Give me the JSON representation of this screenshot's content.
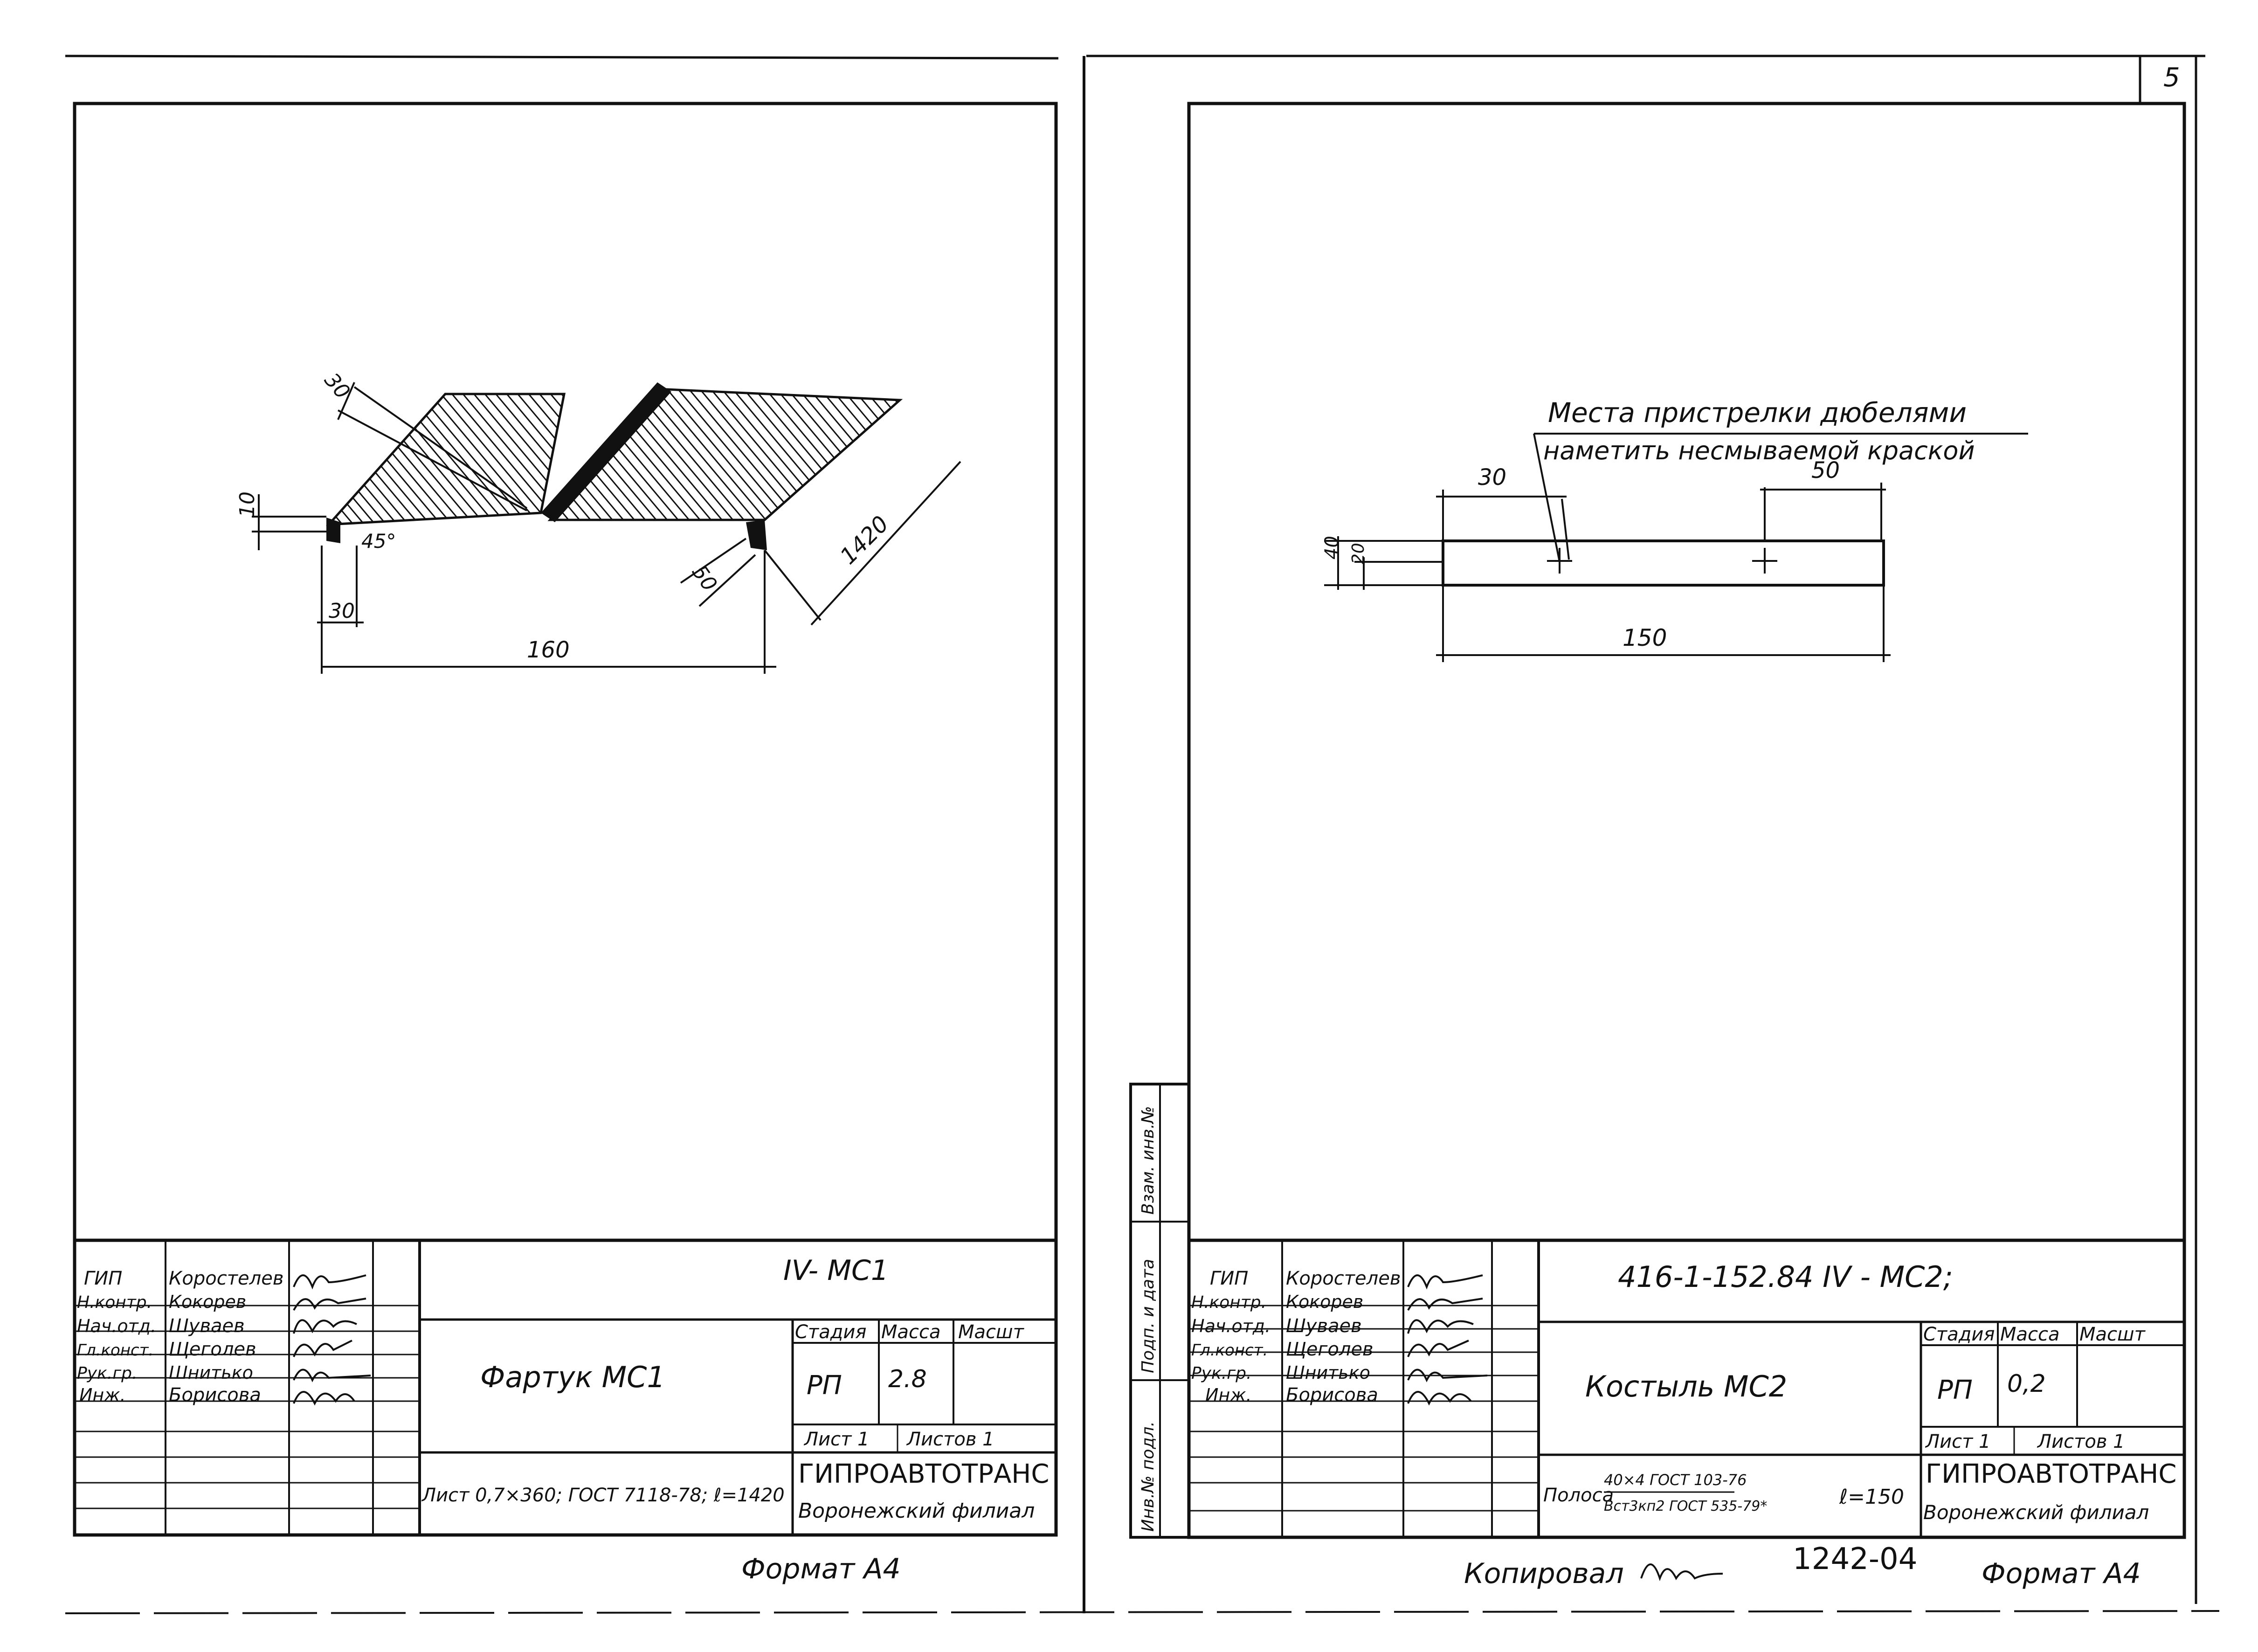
{
  "page_number": "5",
  "left_sheet": {
    "dims": {
      "d10": "10",
      "d30_top": "30",
      "d45": "45°",
      "d30_bottom": "30",
      "d160": "160",
      "d1420": "1420",
      "d50": "50"
    },
    "title_block": {
      "roles": [
        "ГИП",
        "Н.контр.",
        "Нач.отд.",
        "Гл.конст.",
        "Рук.гр.",
        "Инж."
      ],
      "names": [
        "Коростелев",
        "Кокорев",
        "Шуваев",
        "Щеголев",
        "Шнитько",
        "Борисова"
      ],
      "code": "IV- MC1",
      "name": "Фартук МС1",
      "col_stage": "Стадия",
      "col_mass": "Масса",
      "col_scale": "Масшт",
      "stage": "РП",
      "mass": "2.8",
      "sheet": "Лист 1",
      "sheets": "Листов 1",
      "material": "Лист 0,7×360; ГОСТ 7118-78; ℓ=1420",
      "org": "ГИПРОАВТОТРАНС",
      "branch": "Воронежский филиал"
    },
    "format": "Формат А4"
  },
  "right_sheet": {
    "note_line1": "Места пристрелки дюбелями",
    "note_line2": "наметить несмываемой краской",
    "dims": {
      "d30": "30",
      "d50": "50",
      "d40": "40",
      "d20": "20",
      "d150": "150"
    },
    "side_labels": [
      "Взам. инв.№",
      "Подп. и дата",
      "Инв.№ подл."
    ],
    "title_block": {
      "roles": [
        "ГИП",
        "Н.контр.",
        "Нач.отд.",
        "Гл.конст.",
        "Рук.гр.",
        "Инж."
      ],
      "names": [
        "Коростелев",
        "Кокорев",
        "Шуваев",
        "Щеголев",
        "Шнитько",
        "Борисова"
      ],
      "code": "416-1-152.84 IV - MC2;",
      "name": "Костыль МС2",
      "col_stage": "Стадия",
      "col_mass": "Масса",
      "col_scale": "Масшт",
      "stage": "РП",
      "mass": "0,2",
      "sheet": "Лист 1",
      "sheets": "Листов 1",
      "material_prefix": "Полоса",
      "material_top": "40×4 ГОСТ 103-76",
      "material_bottom": "Вст3кп2 ГОСТ 535-79*",
      "material_len": "ℓ=150",
      "org": "ГИПРОАВТОТРАНС",
      "branch": "Воронежский филиал"
    },
    "copied": "Копировал",
    "doc_no": "1242-04",
    "format": "Формат А4"
  }
}
